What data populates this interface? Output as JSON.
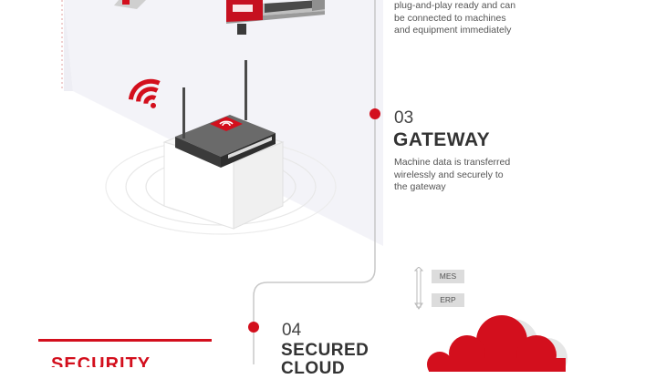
{
  "step_prev": {
    "text_lines": [
      "plug-and-play ready and can",
      "be connected to machines",
      "and equipment immediately"
    ]
  },
  "step_03": {
    "number": "03",
    "title": "GATEWAY",
    "text_lines": [
      "Machine data is transferred",
      "wirelessly and securely to",
      "the gateway"
    ]
  },
  "step_04": {
    "number": "04",
    "title_lines": [
      "SECURED",
      "CLOUD"
    ]
  },
  "systems": {
    "top_label": "MES",
    "bottom_label": "ERP"
  },
  "security": {
    "label": "SECURITY"
  },
  "colors": {
    "accent": "#d30f1d",
    "line": "#c8c8c8",
    "text": "#555555"
  }
}
